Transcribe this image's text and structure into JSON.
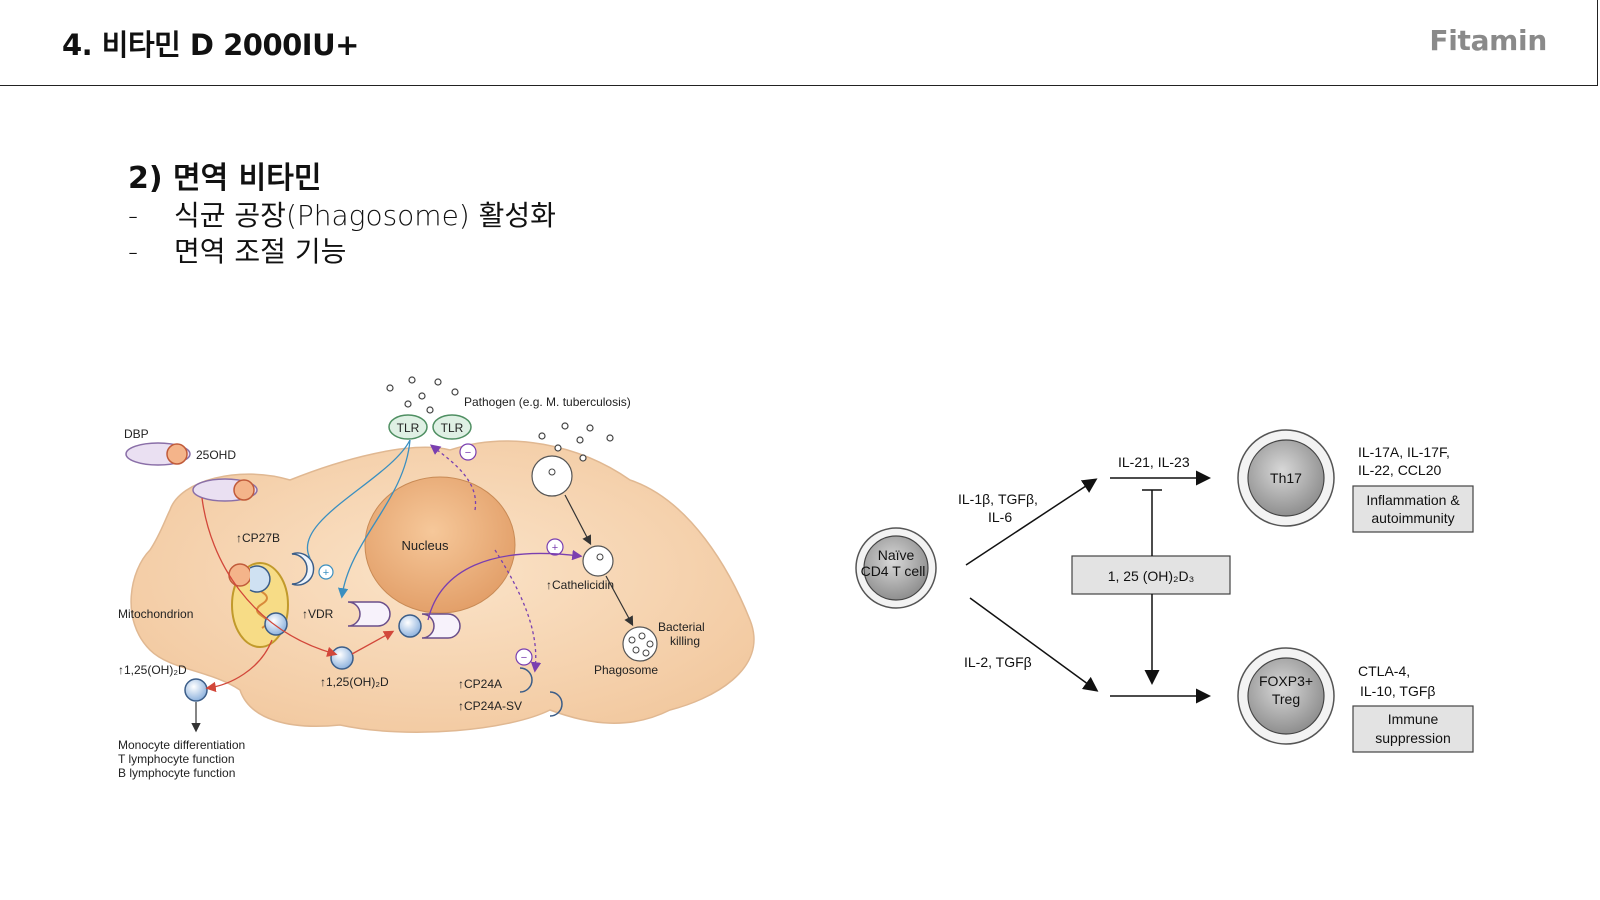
{
  "header": {
    "title": "4. 비타민 D 2000IU+",
    "brand": "Fitamin"
  },
  "section": {
    "heading": "2) 면역 비타민",
    "bullets": [
      {
        "dash": "-",
        "text": "식균 공장(Phagosome)  활성화"
      },
      {
        "dash": "-",
        "text": "면역 조절 기능"
      }
    ]
  },
  "left_figure": {
    "pathogen": "Pathogen (e.g. M. tuberculosis)",
    "tlr": "TLR",
    "dbp": "DBP",
    "ohd25": "25OHD",
    "cp27b": "↑CP27B",
    "nucleus": "Nucleus",
    "mitochondrion": "Mitochondrion",
    "vdr": "↑VDR",
    "cathelicidin": "↑Cathelicidin",
    "bacterial": "Bacterial",
    "killing": "killing",
    "phagosome": "Phagosome",
    "ohd_left": "↑1,25(OH)₂D",
    "ohd_center": "↑1,25(OH)₂D",
    "cp24a": "↑CP24A",
    "cp24asv": "↑CP24A-SV",
    "plus": "+",
    "minus": "−",
    "outcomes": [
      "Monocyte differentiation",
      "T lymphocyte function",
      "B lymphocyte function"
    ]
  },
  "right_figure": {
    "naive_line1": "Naïve",
    "naive_line2": "CD4 T cell",
    "upper_cytokines_line1": "IL-1β, TGFβ,",
    "upper_cytokines_line2": "IL-6",
    "il21": "IL-21, IL-23",
    "lower_cytokines": "IL-2, TGFβ",
    "vitd": "1, 25 (OH)₂D₃",
    "th17": "Th17",
    "th17_products_line1": "IL-17A, IL-17F,",
    "th17_products_line2": "IL-22, CCL20",
    "th17_effect_line1": "Inflammation &",
    "th17_effect_line2": "autoimmunity",
    "treg_line1": "FOXP3+",
    "treg_line2": "Treg",
    "treg_products_line1": "CTLA-4,",
    "treg_products_line2": "IL-10, TGFβ",
    "treg_effect_line1": "Immune",
    "treg_effect_line2": "suppression"
  }
}
